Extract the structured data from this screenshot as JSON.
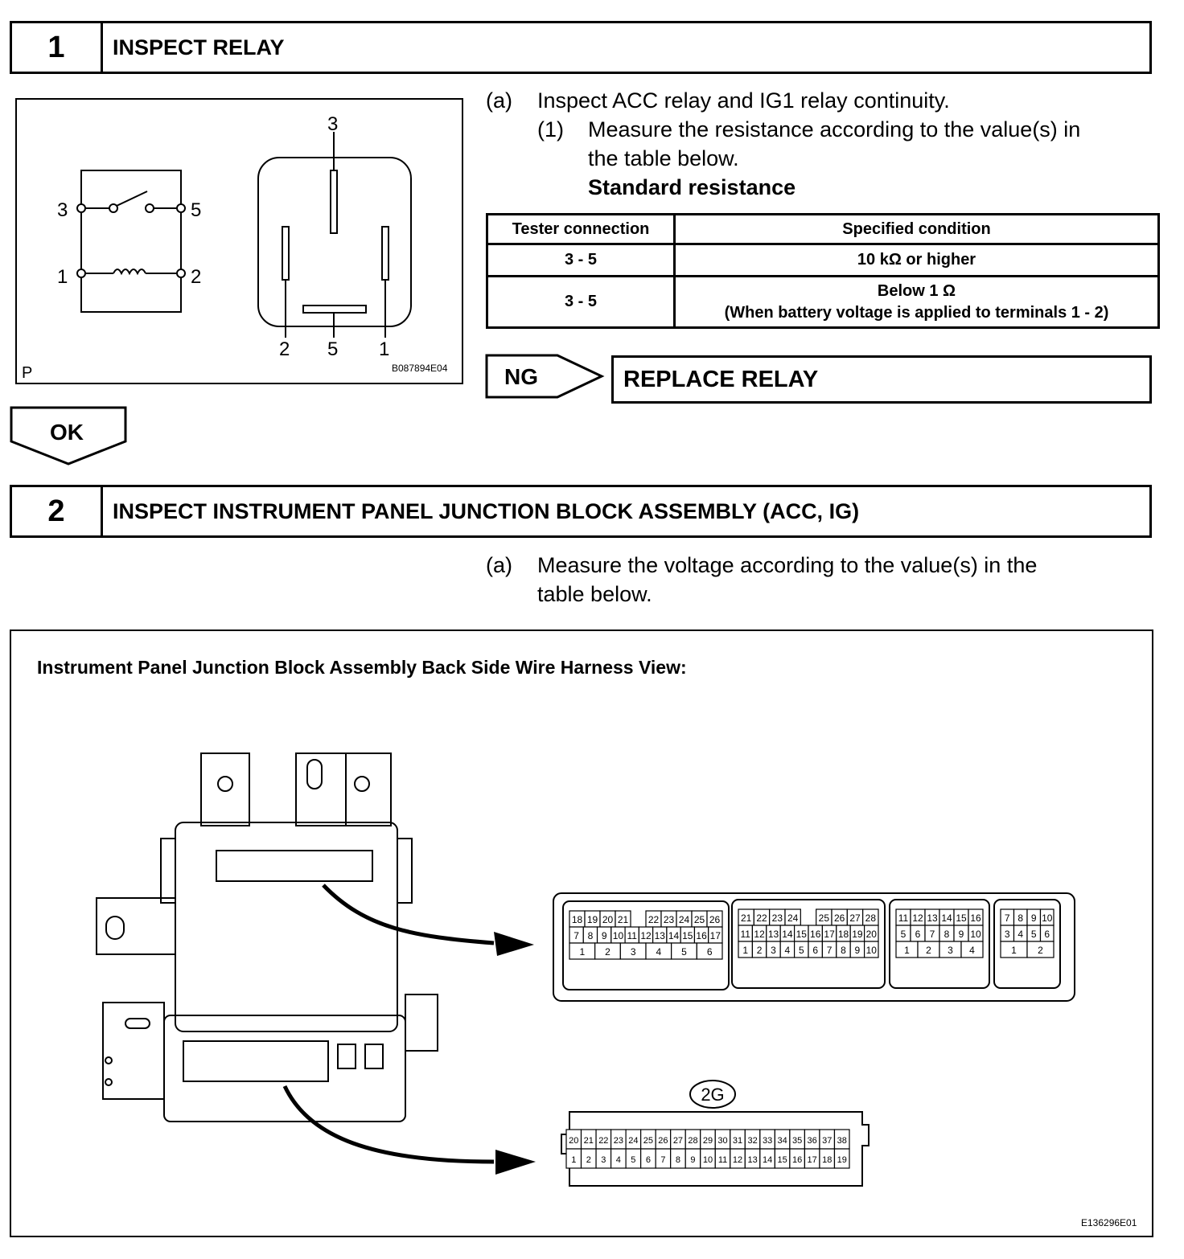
{
  "step1": {
    "number": "1",
    "title": "INSPECT RELAY"
  },
  "step1_instructions": {
    "a_marker": "(a)",
    "a_text": "Inspect ACC relay and IG1 relay continuity.",
    "sub_marker": "(1)",
    "sub_text_line1": "Measure the resistance according to the value(s) in",
    "sub_text_line2": "the table below.",
    "sub_heading": "Standard resistance"
  },
  "resistance_table": {
    "headers": [
      "Tester connection",
      "Specified condition"
    ],
    "rows": [
      {
        "connection": "3 - 5",
        "condition_line1": "10 kΩ or higher",
        "condition_line2": ""
      },
      {
        "connection": "3 - 5",
        "condition_line1": "Below 1 Ω",
        "condition_line2": "(When battery voltage is applied to terminals 1 - 2)"
      }
    ]
  },
  "relay_figure": {
    "terminal_labels": [
      "3",
      "5",
      "1",
      "2"
    ],
    "pin_top": "3",
    "pin_bottom": [
      "2",
      "5",
      "1"
    ],
    "corner_mark": "P",
    "figure_id": "B087894E04"
  },
  "ng_result": {
    "label": "NG",
    "action": "REPLACE RELAY"
  },
  "ok_result": {
    "label": "OK"
  },
  "step2": {
    "number": "2",
    "title": "INSPECT INSTRUMENT PANEL JUNCTION BLOCK ASSEMBLY (ACC, IG)"
  },
  "step2_instructions": {
    "a_marker": "(a)",
    "a_text_line1": "Measure the voltage according to the value(s) in the",
    "a_text_line2": "table below."
  },
  "harness_figure": {
    "title": "Instrument Panel Junction Block Assembly Back Side Wire Harness View:",
    "connector_label": "2G",
    "figure_id": "E136296E01",
    "upper_connectors": [
      {
        "rows": [
          [
            "18",
            "19",
            "20",
            "21",
            "",
            "22",
            "23",
            "24",
            "25",
            "26"
          ],
          [
            "7",
            "8",
            "9",
            "10",
            "11",
            "12",
            "13",
            "14",
            "15",
            "16",
            "17"
          ],
          [
            "1",
            "2",
            "3",
            "4",
            "5",
            "6"
          ]
        ]
      },
      {
        "rows": [
          [
            "21",
            "22",
            "23",
            "24",
            "",
            "25",
            "26",
            "27",
            "28"
          ],
          [
            "11",
            "12",
            "13",
            "14",
            "15",
            "16",
            "17",
            "18",
            "19",
            "20"
          ],
          [
            "1",
            "2",
            "3",
            "4",
            "5",
            "6",
            "7",
            "8",
            "9",
            "10"
          ]
        ]
      },
      {
        "rows": [
          [
            "11",
            "12",
            "13",
            "14",
            "15",
            "16"
          ],
          [
            "5",
            "6",
            "7",
            "8",
            "9",
            "10"
          ],
          [
            "1",
            "2",
            "3",
            "4"
          ]
        ]
      },
      {
        "rows": [
          [
            "7",
            "8",
            "9",
            "10"
          ],
          [
            "3",
            "4",
            "5",
            "6"
          ],
          [
            "1",
            "2"
          ]
        ]
      }
    ],
    "lower_connector": {
      "top_row": [
        "20",
        "21",
        "22",
        "23",
        "24",
        "25",
        "26",
        "27",
        "28",
        "29",
        "30",
        "31",
        "32",
        "33",
        "34",
        "35",
        "36",
        "37",
        "38"
      ],
      "bottom_row": [
        "1",
        "2",
        "3",
        "4",
        "5",
        "6",
        "7",
        "8",
        "9",
        "10",
        "11",
        "12",
        "13",
        "14",
        "15",
        "16",
        "17",
        "18",
        "19"
      ]
    }
  }
}
